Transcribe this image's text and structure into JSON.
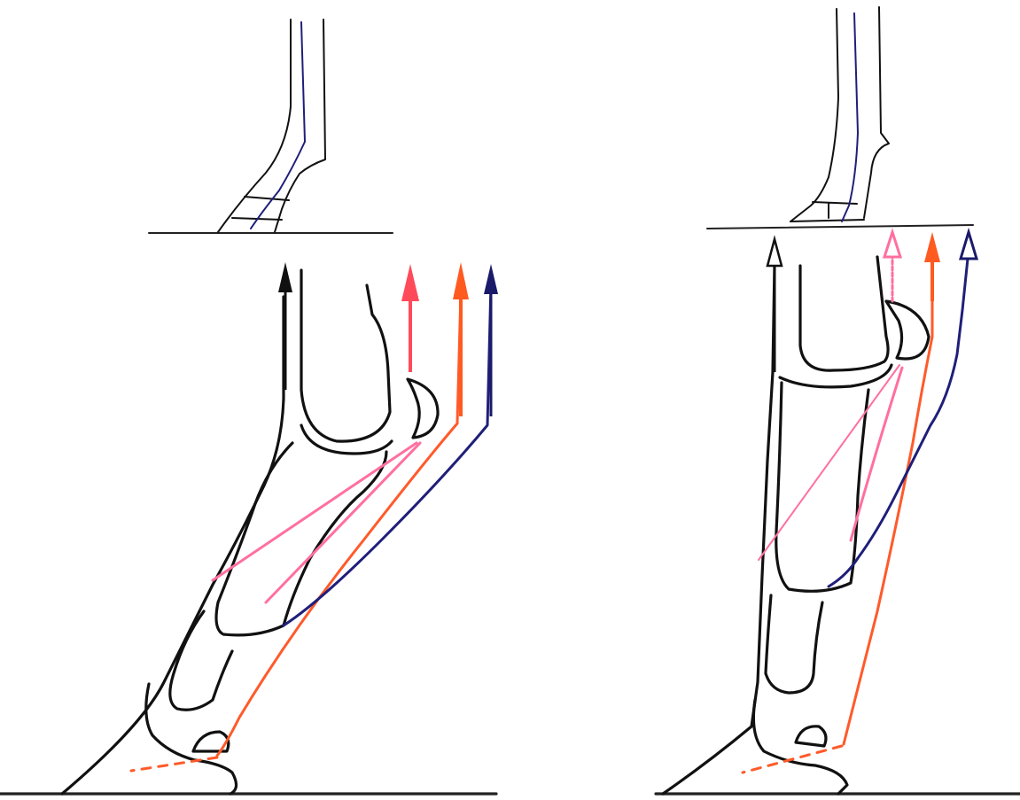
{
  "colors": {
    "bone_outline": "#111111",
    "ground_line": "#222222",
    "deep_flexor_tendon": "#1f1f7a",
    "superficial_flexor_tendon": "#ff5a2a",
    "suspensory_ligament": "#ff6fa0",
    "arrow_red": "#ff4a5a",
    "arrow_orange": "#ff5a20",
    "arrow_navy": "#1a1a6a",
    "arrow_black": "#111111"
  },
  "panels": [
    {
      "id": "left",
      "arrows": [
        {
          "color_key": "arrow_black",
          "style": "filled"
        },
        {
          "color_key": "arrow_red",
          "style": "filled"
        },
        {
          "color_key": "arrow_orange",
          "style": "filled"
        },
        {
          "color_key": "arrow_navy",
          "style": "filled"
        }
      ]
    },
    {
      "id": "right",
      "arrows": [
        {
          "color_key": "arrow_black",
          "style": "outline"
        },
        {
          "color_key": "suspensory_ligament",
          "style": "outline"
        },
        {
          "color_key": "arrow_orange",
          "style": "filled"
        },
        {
          "color_key": "arrow_navy",
          "style": "outline"
        }
      ]
    }
  ]
}
